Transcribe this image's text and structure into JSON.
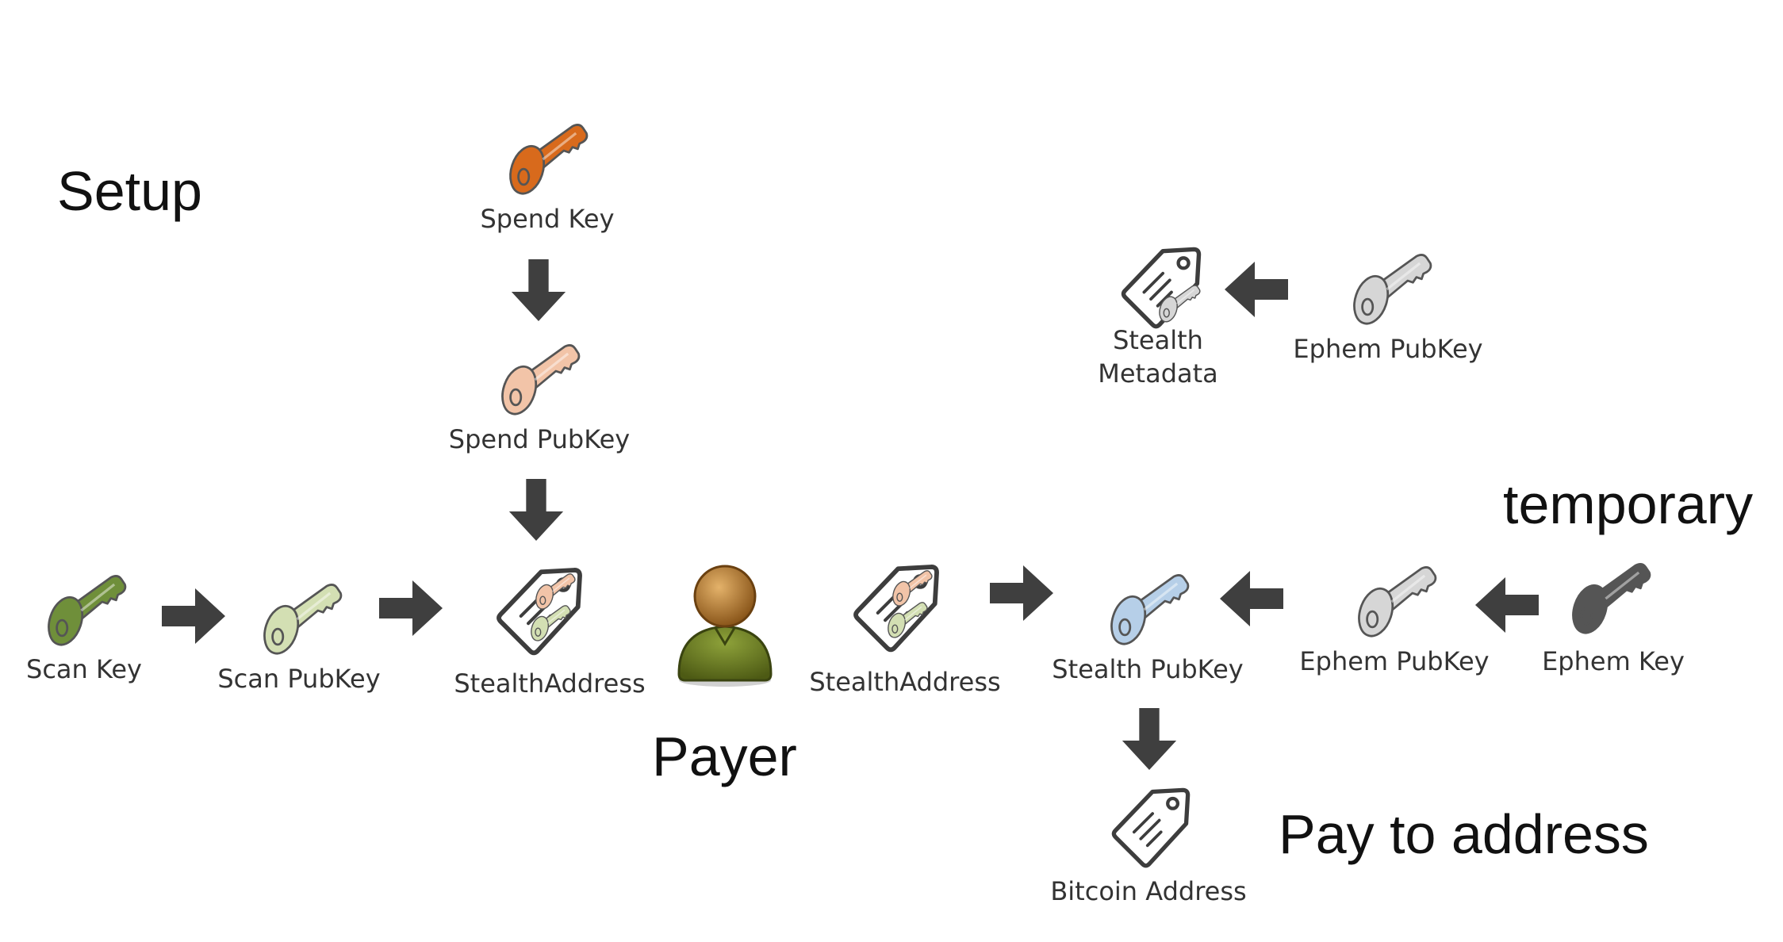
{
  "headings": {
    "setup": "Setup",
    "payer": "Payer",
    "temporary": "temporary",
    "pay_to_address": "Pay to address"
  },
  "labels": {
    "spend_key": "Spend Key",
    "spend_pubkey": "Spend PubKey",
    "scan_key": "Scan Key",
    "scan_pubkey": "Scan PubKey",
    "stealth_address_left": "StealthAddress",
    "stealth_address_right": "StealthAddress",
    "stealth_pubkey": "Stealth PubKey",
    "ephem_pubkey_bottom": "Ephem PubKey",
    "ephem_key": "Ephem Key",
    "stealth_metadata": "Stealth\nMetadata",
    "ephem_pubkey_top": "Ephem PubKey",
    "bitcoin_address": "Bitcoin Address"
  },
  "colors": {
    "spend_key": "#d86a1c",
    "spend_pubkey": "#f2c4a8",
    "scan_key": "#6f8f3a",
    "scan_pubkey": "#d3dfb3",
    "stealth_pubkey": "#b6cfe8",
    "ephem_pubkey": "#d6d6d6",
    "ephem_key": "#555555",
    "arrow": "#3f3f3f",
    "payer_head": "#b97a2a",
    "payer_body": "#6b7d24"
  },
  "icons": {
    "key": "key-icon",
    "address": "stealth-address-icon",
    "tag": "address-tag-icon",
    "person": "payer-icon",
    "arrow": "arrow-icon"
  }
}
